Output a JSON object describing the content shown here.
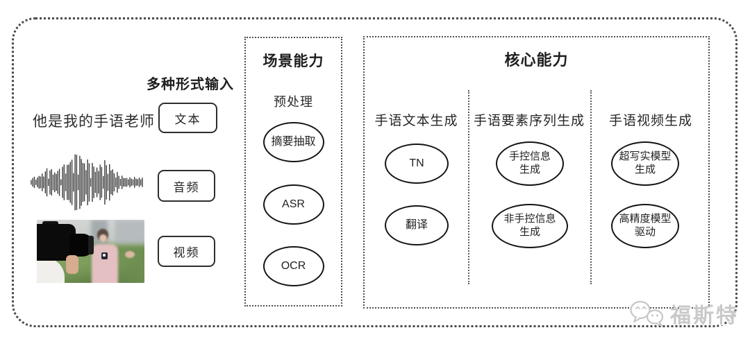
{
  "input_section": {
    "label": "多种形式输入",
    "sample_text": "他是我的手语老师",
    "items": [
      {
        "label": "文本",
        "example": "text-sentence"
      },
      {
        "label": "音频",
        "example": "audio-waveform-icon"
      },
      {
        "label": "视频",
        "example": "reporter-photo"
      }
    ]
  },
  "scene_box": {
    "title": "场景能力",
    "subtitle": "预处理",
    "nodes": [
      {
        "label": "摘要抽取"
      },
      {
        "label": "ASR"
      },
      {
        "label": "OCR"
      }
    ]
  },
  "core_box": {
    "title": "核心能力",
    "columns": [
      {
        "header": "手语文本生成",
        "nodes": [
          {
            "line1": "TN"
          },
          {
            "line1": "翻译"
          }
        ]
      },
      {
        "header": "手语要素序列生成",
        "nodes": [
          {
            "line1": "手控信息",
            "line2": "生成"
          },
          {
            "line1": "非手控信息",
            "line2": "生成"
          }
        ]
      },
      {
        "header": "手语视频生成",
        "nodes": [
          {
            "line1": "超写实模型",
            "line2": "生成"
          },
          {
            "line1": "高精度模型",
            "line2": "驱动"
          }
        ]
      }
    ]
  },
  "watermark": {
    "text": "福斯特",
    "icon": "chat-bubbles-icon"
  },
  "colors": {
    "ink": "#2a2a2a",
    "stroke": "#141414",
    "dotted_border": "#4a4a4a",
    "watermark_gray": "#c9c9c9"
  }
}
